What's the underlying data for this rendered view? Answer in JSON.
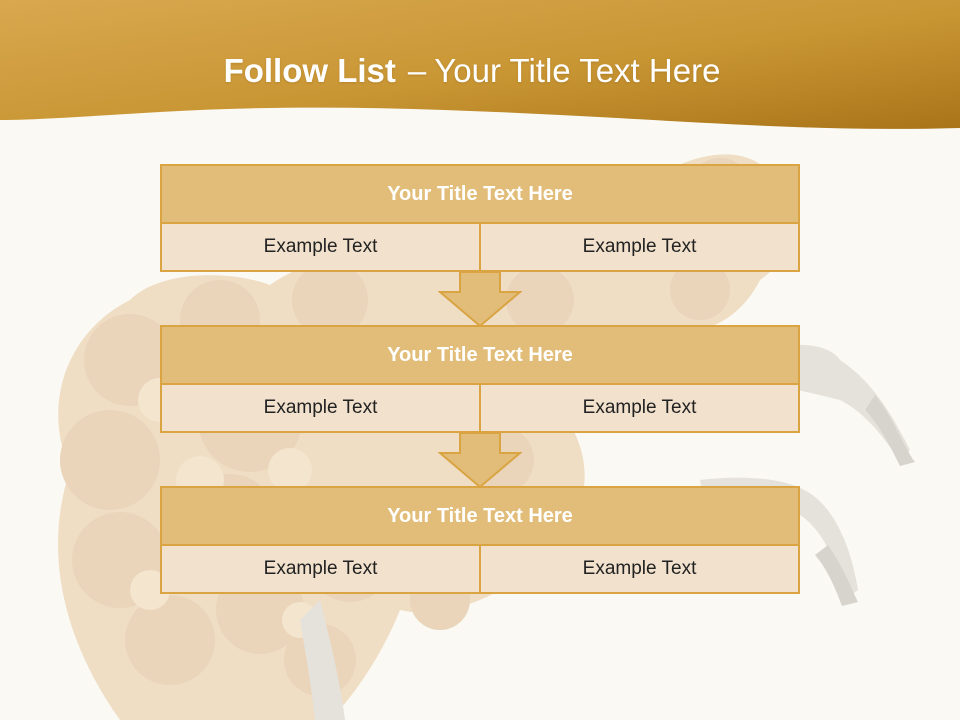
{
  "slide": {
    "title_bold": "Follow List",
    "title_separator": "–",
    "title_rest": "Your Title Text Here"
  },
  "blocks": [
    {
      "title": "Your Title Text Here",
      "left": "Example Text",
      "right": "Example Text"
    },
    {
      "title": "Your Title Text Here",
      "left": "Example Text",
      "right": "Example Text"
    },
    {
      "title": "Your Title Text Here",
      "left": "Example Text",
      "right": "Example Text"
    }
  ],
  "colors": {
    "header_gold": "#c8902f",
    "block_border": "#d9a441",
    "block_header": "#e2bd79",
    "block_body": "#f2e2cd",
    "background": "#fbf9f4"
  }
}
